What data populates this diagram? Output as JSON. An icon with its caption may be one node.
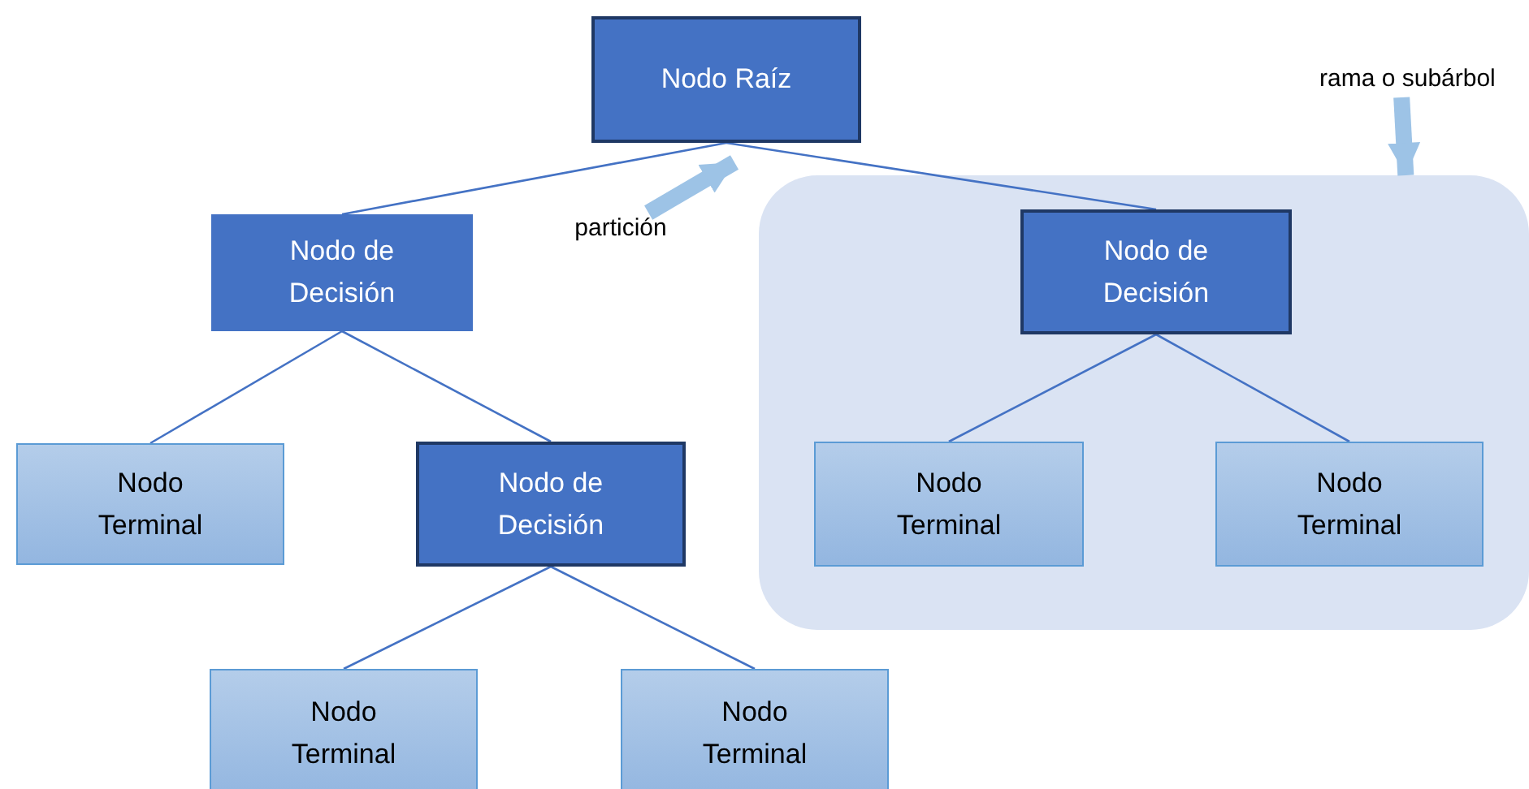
{
  "diagram": {
    "nodes": [
      {
        "text": [
          "Nodo Raíz"
        ]
      },
      {
        "text": [
          "rama o subárbol"
        ]
      },
      {
        "text": [],
        "shape": "box"
      },
      {
        "text": [
          "Nodo de Decisión"
        ]
      },
      {
        "text": [
          "partición"
        ]
      },
      {
        "text": [
          "Nodo de Decisión"
        ],
        "in": 2
      },
      {
        "text": [
          "Nodo Terminal"
        ]
      },
      {
        "text": [
          "Nodo de Decisión"
        ]
      },
      {
        "text": [
          "Nodo Terminal"
        ],
        "in": 2
      },
      {
        "text": [
          "Nodo Terminal"
        ],
        "in": 2
      },
      {
        "text": [
          "Nodo Terminal"
        ]
      },
      {
        "text": [
          "Nodo Terminal"
        ]
      }
    ],
    "edges": [
      {
        "from": 0,
        "to": 3,
        "arrow": "none"
      },
      {
        "from": 0,
        "to": 5,
        "arrow": "none"
      },
      {
        "from": 3,
        "to": 6,
        "arrow": "none"
      },
      {
        "from": 3,
        "to": 7,
        "arrow": "none"
      },
      {
        "from": 7,
        "to": 10,
        "arrow": "none"
      },
      {
        "from": 7,
        "to": 11,
        "arrow": "none"
      },
      {
        "from": 5,
        "to": 8,
        "arrow": "none"
      },
      {
        "from": 5,
        "to": 9,
        "arrow": "none"
      },
      {
        "from": 1,
        "to": 2,
        "arrow": "to",
        "style": "thick",
        "color": "#9dc3e6"
      },
      {
        "from": 4,
        "to": 0,
        "arrow": "to",
        "style": "thick",
        "color": "#9dc3e6"
      }
    ]
  }
}
